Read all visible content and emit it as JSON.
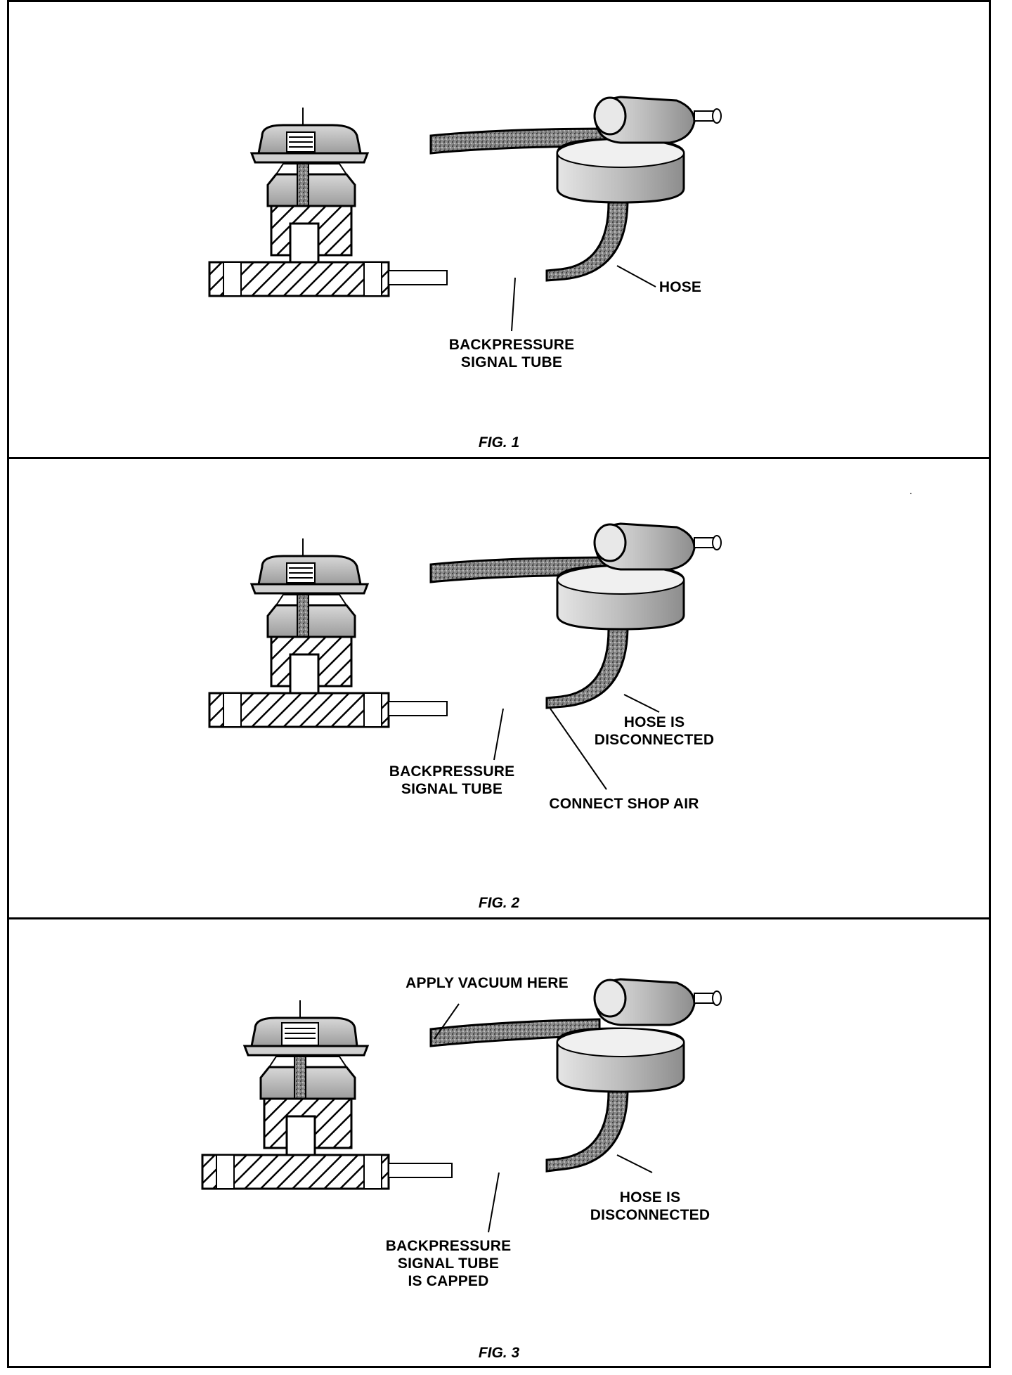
{
  "figures": [
    {
      "caption": "FIG. 1",
      "labels": {
        "hose": "HOSE",
        "tube": "BACKPRESSURE\nSIGNAL TUBE"
      }
    },
    {
      "caption": "FIG. 2",
      "labels": {
        "hose": "HOSE IS\nDISCONNECTED",
        "tube": "BACKPRESSURE\nSIGNAL TUBE",
        "air": "CONNECT SHOP AIR"
      }
    },
    {
      "caption": "FIG. 3",
      "labels": {
        "vacuum": "APPLY VACUUM HERE",
        "hose": "HOSE IS\nDISCONNECTED",
        "tube": "BACKPRESSURE\nSIGNAL TUBE\nIS CAPPED"
      }
    }
  ],
  "colors": {
    "line": "#000000",
    "shade": "#a9a9a9",
    "hose_fill": "#6e6e6e",
    "hatch": "#000000"
  }
}
